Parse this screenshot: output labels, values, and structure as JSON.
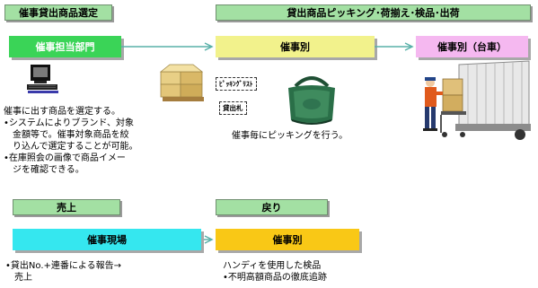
{
  "headers": {
    "select": "催事貸出商品選定",
    "picking": "貸出商品ピッキング･荷揃え･検品･出荷",
    "sales": "売上",
    "return": "戻り"
  },
  "boxes": {
    "dept": "催事担当部門",
    "by_event": "催事別",
    "by_event_cart": "催事別（台車）",
    "site": "催事現場",
    "return_by_event": "催事別"
  },
  "tags": {
    "picking_list": "ﾋﾟｯｷﾝｸﾞﾘｽﾄ",
    "lending_tag": "貸出札"
  },
  "texts": {
    "select_desc": [
      "催事に出す商品を選定する。",
      "•システムによりブランド、対象",
      "　金額等で。催事対象商品を絞",
      "　り込んで選定することが可能。",
      "•在庫照会の画像で商品イメー",
      "　ジを確認できる。"
    ],
    "picking_desc": "催事毎にピッキングを行う。",
    "sales_desc": [
      "•貸出No.+連番による報告→",
      "　売上"
    ],
    "return_desc": [
      "ハンディを使用した検品",
      "•不明高額商品の徹底追跡"
    ]
  },
  "colors": {
    "header_green": "#a3e0a3",
    "box_green": "#3ad457",
    "box_yellow": "#f2f28c",
    "box_pink": "#f5b8f0",
    "box_cyan": "#35e7ef",
    "box_orange": "#f9c816"
  },
  "icons": [
    "computer-icon",
    "product-boxes-icon",
    "shopping-bag-icon",
    "truck-worker-icon"
  ]
}
